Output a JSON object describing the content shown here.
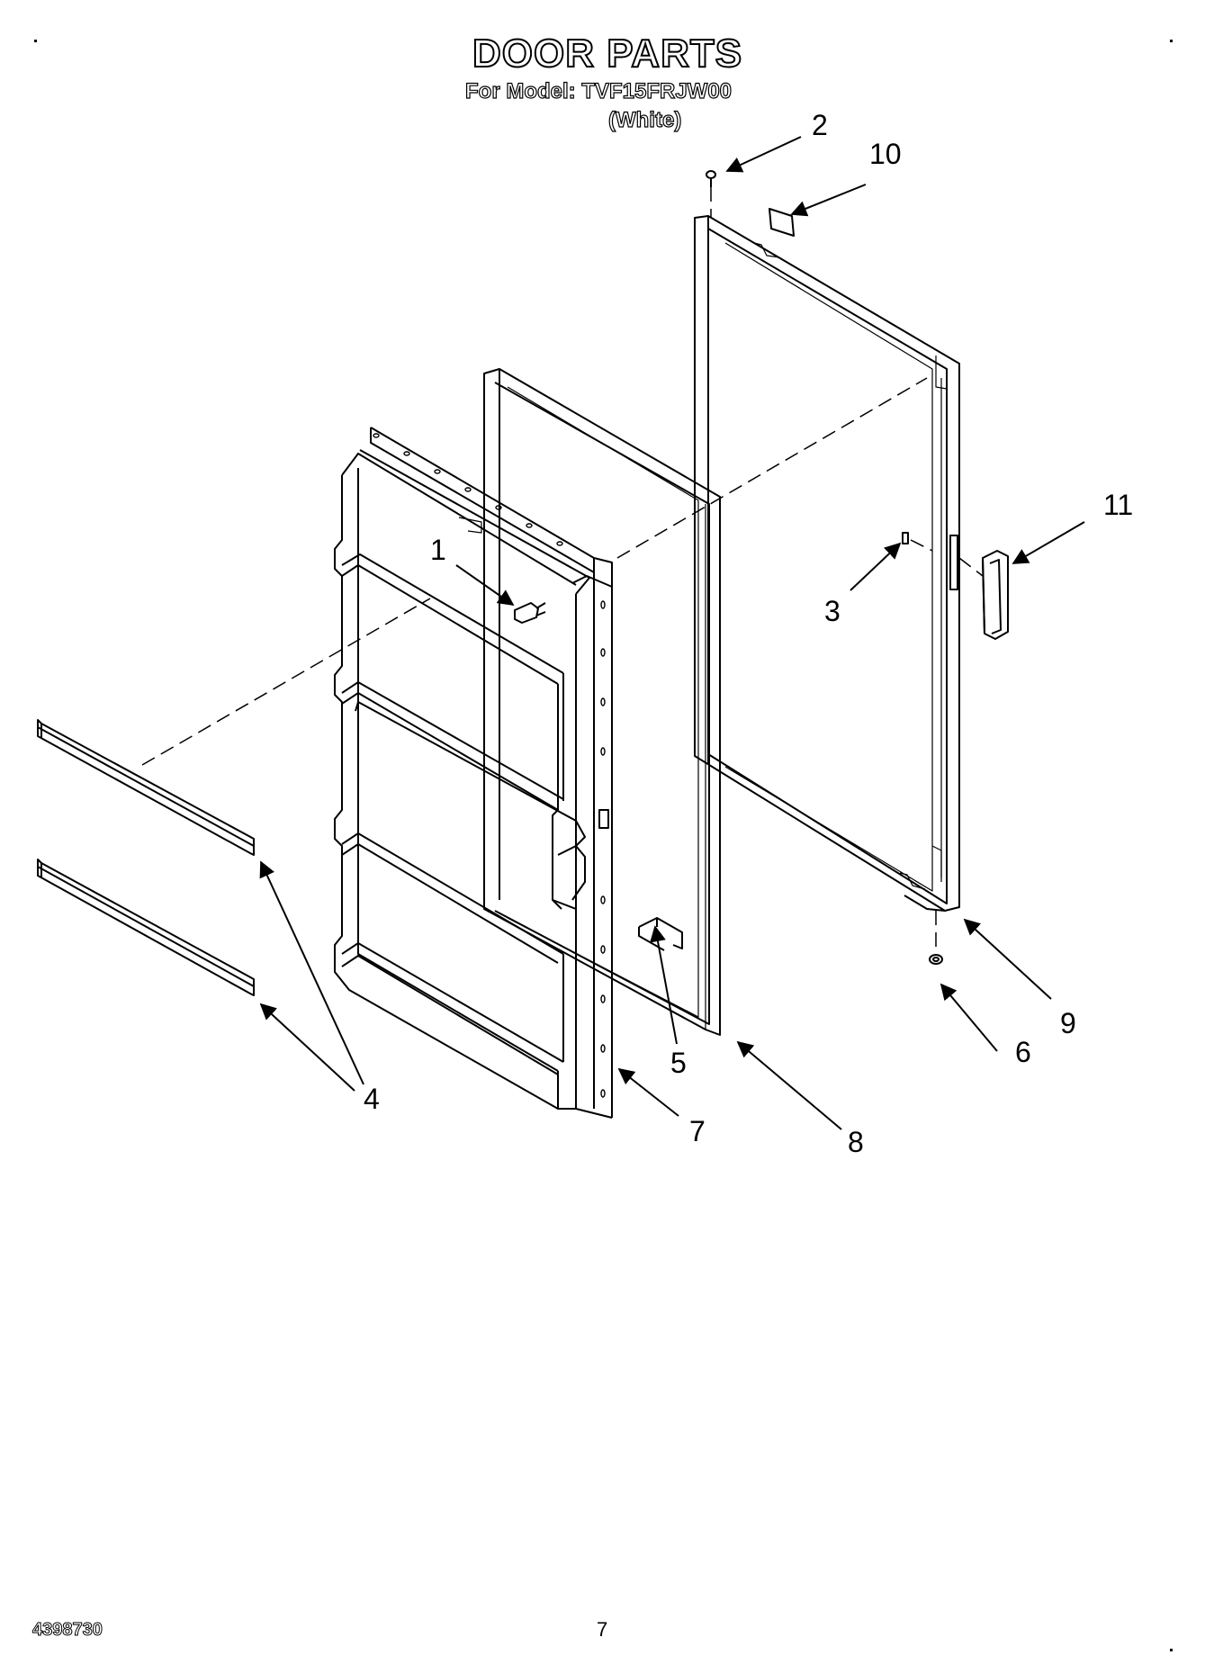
{
  "header": {
    "title": "DOOR PARTS",
    "model_line": "For Model: TVF15FRJW00",
    "variant": "(White)"
  },
  "callouts": [
    "1",
    "2",
    "3",
    "4",
    "5",
    "6",
    "7",
    "8",
    "9",
    "10",
    "11"
  ],
  "footer": {
    "doc_number": "4398730",
    "page_number": "7"
  }
}
